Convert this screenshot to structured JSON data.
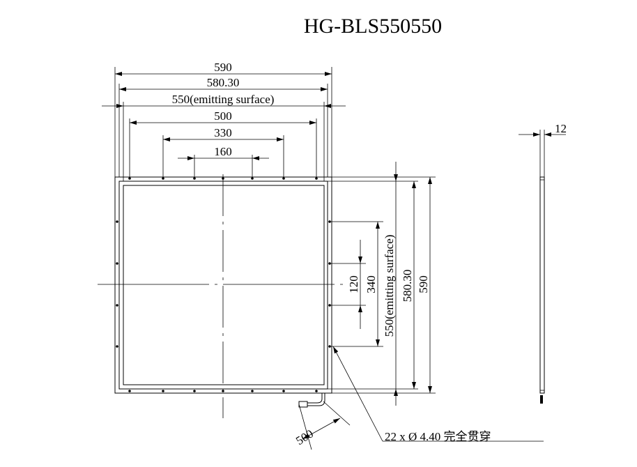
{
  "title": "HG-BLS550550",
  "top_dims": {
    "overall": "590",
    "frame": "580.30",
    "emitting": "550(emitting surface)",
    "hole_outer": "500",
    "hole_mid": "330",
    "hole_inner": "160"
  },
  "right_dims": {
    "hole_inner": "120",
    "hole_mid": "340",
    "emitting": "550(emitting surface)",
    "frame": "580.30",
    "overall": "590"
  },
  "side_view": {
    "thickness": "12"
  },
  "cable": {
    "length": "500"
  },
  "hole_note": "22 x Ø 4.40 完全贯穿"
}
